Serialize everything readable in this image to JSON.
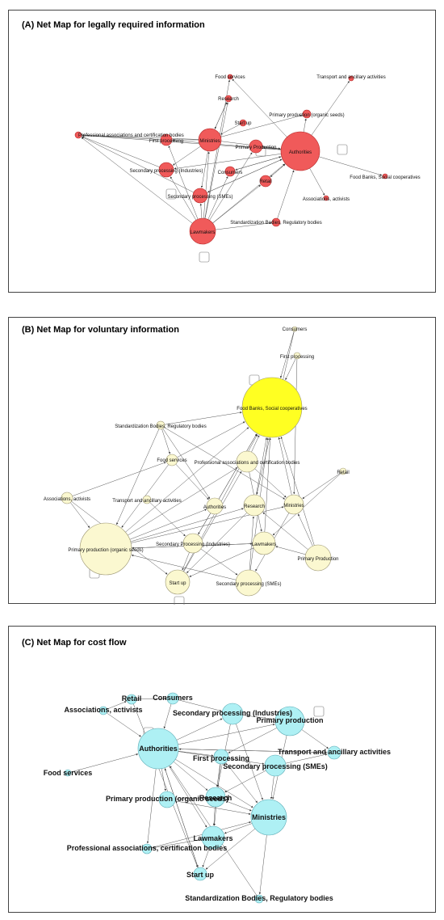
{
  "panels": [
    {
      "id": "A",
      "title": "(A) Net Map for legally required information",
      "node_fill": "#f05a5a",
      "node_stroke": "#b32424",
      "nodes": [
        {
          "id": "food_services",
          "label": "Food services"
        },
        {
          "id": "transport",
          "label": "Transport and ancillary activities"
        },
        {
          "id": "research",
          "label": "Research"
        },
        {
          "id": "primary_organic",
          "label": "Primary production (organic seeds)"
        },
        {
          "id": "start_up",
          "label": "Start up"
        },
        {
          "id": "professional",
          "label": "Professional associations and certification bodies"
        },
        {
          "id": "first_processing",
          "label": "First processing"
        },
        {
          "id": "ministries",
          "label": "Ministries"
        },
        {
          "id": "primary_production",
          "label": "Primary Production"
        },
        {
          "id": "authorities",
          "label": "Authorities"
        },
        {
          "id": "food_banks",
          "label": "Food Banks, Social cooperatives"
        },
        {
          "id": "secondary_industries",
          "label": "Secondary processing (Industries)"
        },
        {
          "id": "consumers",
          "label": "Consumers"
        },
        {
          "id": "retail",
          "label": "Retail"
        },
        {
          "id": "secondary_smes",
          "label": "Secondary processing (SMEs)"
        },
        {
          "id": "associations",
          "label": "Associations, activists"
        },
        {
          "id": "standardization",
          "label": "Standardization Bodies, Regulatory bodies"
        },
        {
          "id": "lawmakers",
          "label": "Lawmakers"
        }
      ]
    },
    {
      "id": "B",
      "title": "(B) Net Map  for voluntary information",
      "node_fill": "#fbf8d0",
      "node_stroke": "#9a9470",
      "highlight_fill": "#ffff22",
      "nodes": [
        {
          "id": "consumers",
          "label": "Consumers"
        },
        {
          "id": "first_processing",
          "label": "First processing"
        },
        {
          "id": "food_banks",
          "label": "Food Banks, Social cooperatives"
        },
        {
          "id": "standardization",
          "label": "Standardization Bodies, Regulatory bodies"
        },
        {
          "id": "food_services",
          "label": "Food services"
        },
        {
          "id": "professional",
          "label": "Professional associations and certification bodies"
        },
        {
          "id": "retail",
          "label": "Retail"
        },
        {
          "id": "associations",
          "label": "Associations, activists"
        },
        {
          "id": "transport",
          "label": "Transport and ancillary activities"
        },
        {
          "id": "authorities",
          "label": "Authorities"
        },
        {
          "id": "research",
          "label": "Research"
        },
        {
          "id": "ministries",
          "label": "Ministries"
        },
        {
          "id": "primary_organic",
          "label": "Primary production (organic seeds)"
        },
        {
          "id": "secondary_industries",
          "label": "Secondary Processing (Industries)"
        },
        {
          "id": "lawmakers",
          "label": "Lawmakers"
        },
        {
          "id": "primary_production",
          "label": "Primary Production"
        },
        {
          "id": "start_up",
          "label": "Start up"
        },
        {
          "id": "secondary_smes",
          "label": "Secondary processing (SMEs)"
        }
      ]
    },
    {
      "id": "C",
      "title": "(C) Net Map for cost flow",
      "node_fill": "#aef0f4",
      "node_stroke": "#5aaab4",
      "nodes": [
        {
          "id": "retail",
          "label": "Retail"
        },
        {
          "id": "consumers",
          "label": "Consumers"
        },
        {
          "id": "associations",
          "label": "Associations, activists"
        },
        {
          "id": "secondary_industries",
          "label": "Secondary processing (Industries)"
        },
        {
          "id": "primary_production",
          "label": "Primary production"
        },
        {
          "id": "transport",
          "label": "Transport and ancillary activities"
        },
        {
          "id": "authorities",
          "label": "Authorities"
        },
        {
          "id": "first_processing",
          "label": "First processing"
        },
        {
          "id": "secondary_smes",
          "label": "Secondary processing (SMEs)"
        },
        {
          "id": "food_services",
          "label": "Food services"
        },
        {
          "id": "research",
          "label": "Research"
        },
        {
          "id": "primary_organic",
          "label": "Primary production (organic seeds)"
        },
        {
          "id": "ministries",
          "label": "Ministries"
        },
        {
          "id": "lawmakers",
          "label": "Lawmakers"
        },
        {
          "id": "professional",
          "label": "Professional associations, certification bodies"
        },
        {
          "id": "start_up",
          "label": "Start up"
        },
        {
          "id": "standardization",
          "label": "Standardization Bodies, Regulatory bodies"
        }
      ]
    }
  ]
}
